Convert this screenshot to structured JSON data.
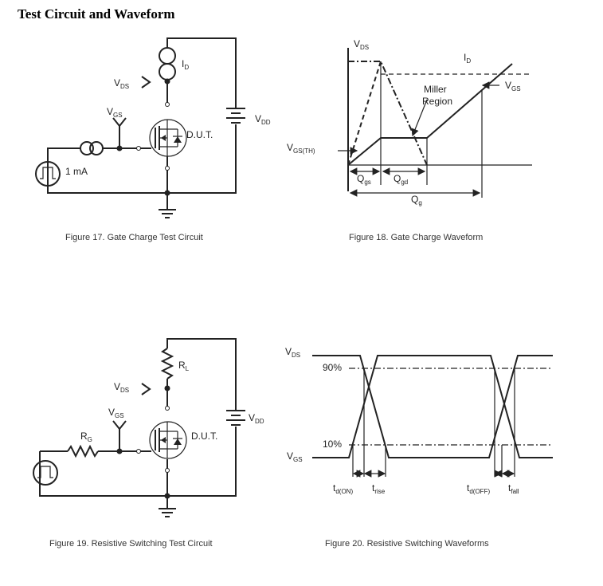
{
  "page": {
    "title": "Test Circuit and Waveform"
  },
  "fig17": {
    "caption": "Figure 17. Gate Charge Test Circuit",
    "id": "I",
    "id_sub": "D",
    "vds": "V",
    "vds_sub": "DS",
    "vgs": "V",
    "vgs_sub": "GS",
    "vdd": "V",
    "vdd_sub": "DD",
    "dut": "D.U.T.",
    "source": "1 mA"
  },
  "fig18": {
    "caption": "Figure 18. Gate Charge Waveform",
    "vds": "V",
    "vds_sub": "DS",
    "id": "I",
    "id_sub": "D",
    "vgs": "V",
    "vgs_sub": "GS",
    "vgsth": "V",
    "vgsth_sub": "GS(TH)",
    "miller1": "Miller",
    "miller2": "Region",
    "qgs": "Q",
    "qgs_sub": "gs",
    "qgd": "Q",
    "qgd_sub": "gd",
    "qg": "Q",
    "qg_sub": "g"
  },
  "fig19": {
    "caption": "Figure 19. Resistive Switching Test Circuit",
    "rl": "R",
    "rl_sub": "L",
    "vds": "V",
    "vds_sub": "DS",
    "vgs": "V",
    "vgs_sub": "GS",
    "rg": "R",
    "rg_sub": "G",
    "vdd": "V",
    "vdd_sub": "DD",
    "dut": "D.U.T."
  },
  "fig20": {
    "caption": "Figure 20. Resistive Switching Waveforms",
    "vds": "V",
    "vds_sub": "DS",
    "vgs": "V",
    "vgs_sub": "GS",
    "p90": "90%",
    "p10": "10%",
    "tdon": "t",
    "tdon_sub": "d(ON)",
    "trise": "t",
    "trise_sub": "rise",
    "tdoff": "t",
    "tdoff_sub": "d(OFF)",
    "tfall": "t",
    "tfall_sub": "fall"
  }
}
